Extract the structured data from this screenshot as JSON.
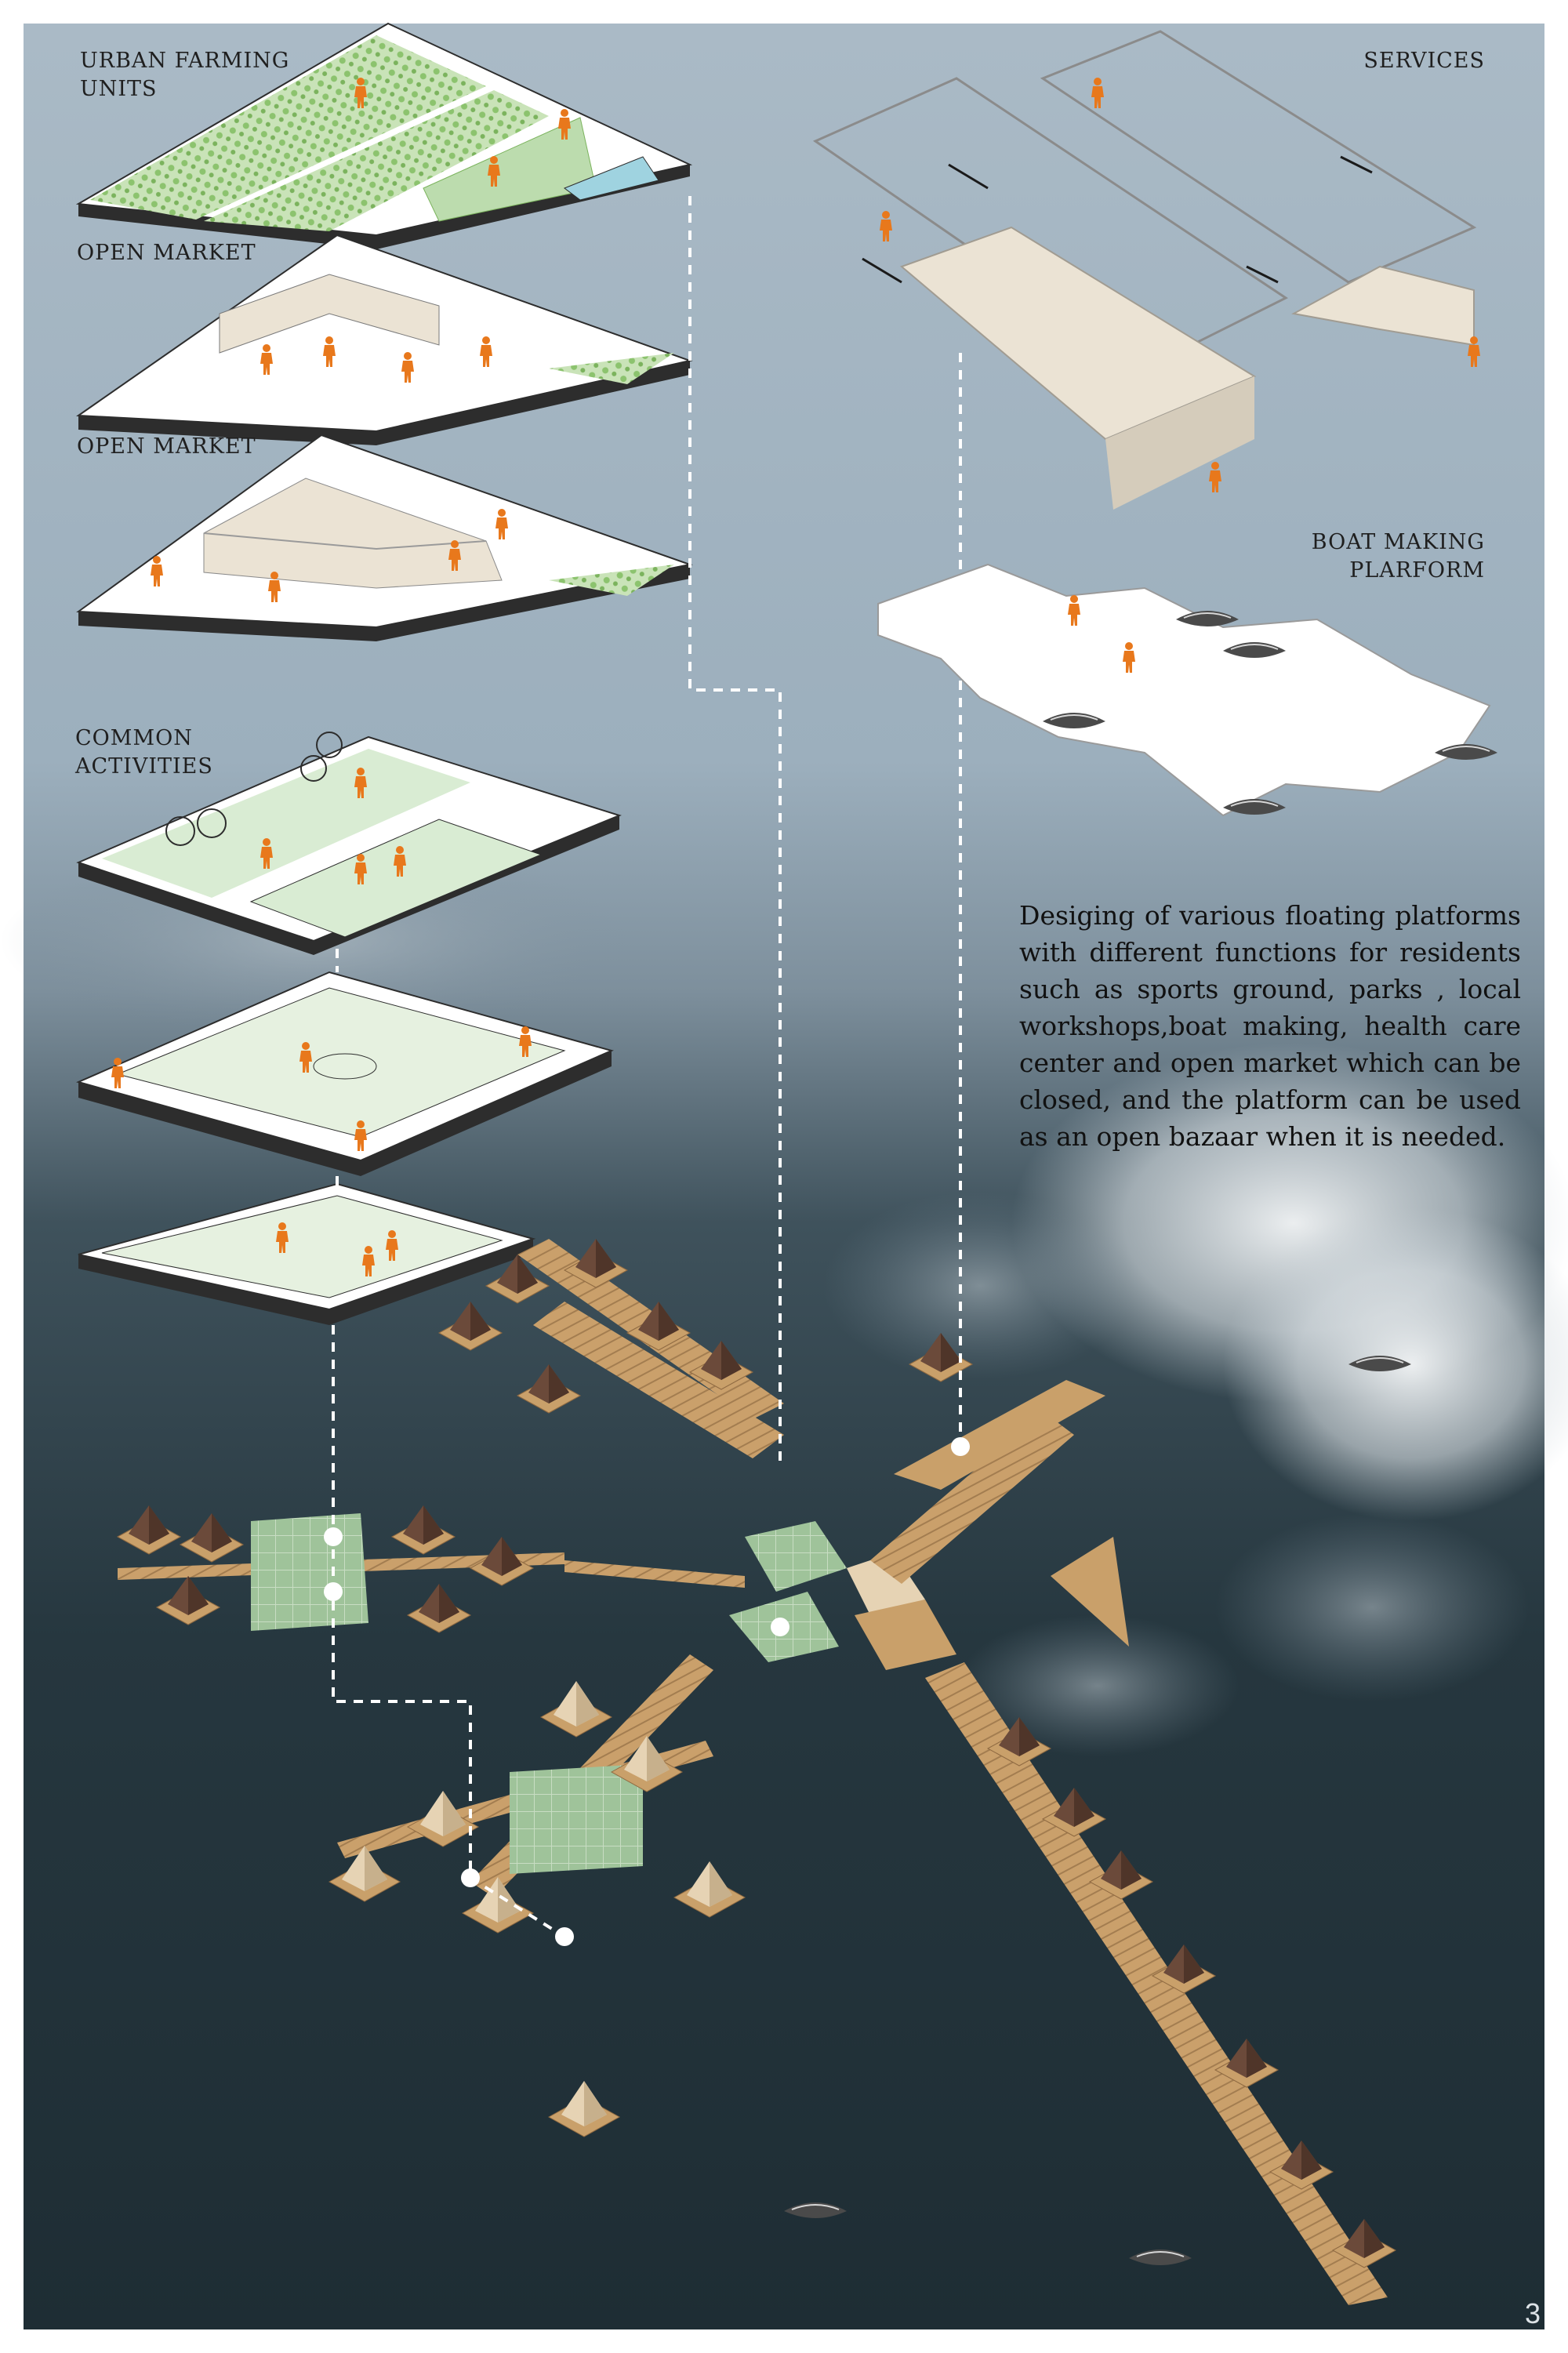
{
  "labels": {
    "urban_farming": "URBAN FARMING UNITS",
    "open_market_1": "OPEN MARKET",
    "open_market_2": "OPEN MARKET",
    "common_activities": "COMMON ACTIVITIES",
    "services": "SERVICES",
    "boat_making": "BOAT MAKING PLARFORM"
  },
  "description": "Desiging of various floating platforms with different functions for residents such as sports ground, parks , local workshops,boat making, health care center and open market which can be closed, and the platform can be used as an open bazaar when it is needed.",
  "page_number": "3",
  "colors": {
    "sky_top": "#a4b5c2",
    "sky_mid": "#8ea2b1",
    "water_deep": "#213139",
    "water_mid": "#3a4d56",
    "cloud": "#e8ecef",
    "platform_white": "#ffffff",
    "platform_edge": "#2d2d2d",
    "grass_light": "#d9ecd3",
    "farm_green": "#8cc36e",
    "person_orange": "#e8781c",
    "canvas_beige": "#ebe3d4",
    "deck_wood": "#c9a06a",
    "deck_dark": "#8f6a42",
    "roof_brown": "#6b4a3a",
    "roof_light": "#e6d3b4",
    "connector_dash": "#ffffff",
    "boat_dark": "#4a4a4a"
  }
}
